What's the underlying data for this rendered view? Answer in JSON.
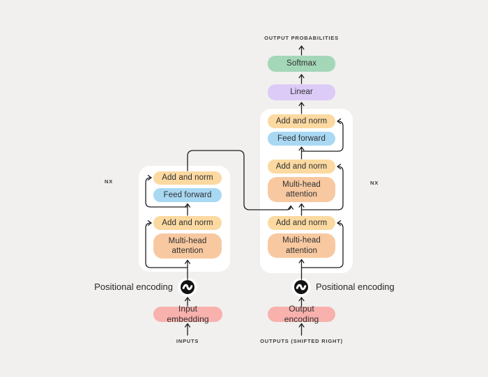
{
  "title": "Transformer architecture diagram",
  "colors": {
    "background": "#f1f0ee",
    "card": "#ffffff",
    "add_and_norm": "#fbd9a1",
    "feed_forward": "#a9d8f3",
    "attention": "#f8c9a1",
    "softmax": "#a4d6b8",
    "linear": "#dccbf7",
    "embedding": "#f8b1ad",
    "line": "#1c1c1c",
    "icon_circle": "#121212"
  },
  "top": {
    "output_probabilities": "OUTPUT PROBABILITIES"
  },
  "blocks": {
    "softmax": "Softmax",
    "linear": "Linear",
    "add_and_norm": "Add and norm",
    "feed_forward": "Feed forward",
    "multi_head_attention": "Multi-head attention",
    "input_embedding": "Input embedding",
    "output_encoding": "Output encoding"
  },
  "annotations": {
    "nx_left": "NX",
    "nx_right": "NX",
    "positional_encoding_left": "Positional encoding",
    "positional_encoding_right": "Positional encoding",
    "inputs": "INPUTS",
    "outputs_shifted_right": "OUTPUTS (SHIFTED RIGHT)"
  },
  "icons": {
    "positional_encoding": "wave-in-circle"
  }
}
